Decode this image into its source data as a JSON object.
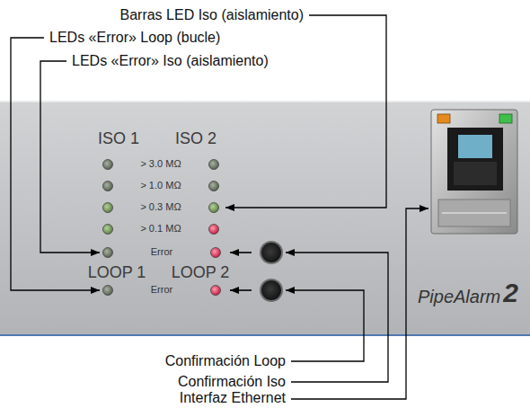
{
  "diagram": {
    "labels": [
      "Barras LED Iso (aislamiento)",
      "LEDs «Error» Loop (bucle)",
      "LEDs «Error» Iso (aislamiento)",
      "ISO 1",
      "ISO 2",
      "> 3.0 MΩ",
      "> 1.0 MΩ",
      "> 0.3 MΩ",
      "> 0.1 MΩ",
      "Error",
      "LOOP 1",
      "LOOP 2",
      "Error",
      "PipeAlarm",
      "2",
      "Confirmación Loop",
      "Confirmación Iso",
      "Interfaz Ethernet"
    ]
  }
}
